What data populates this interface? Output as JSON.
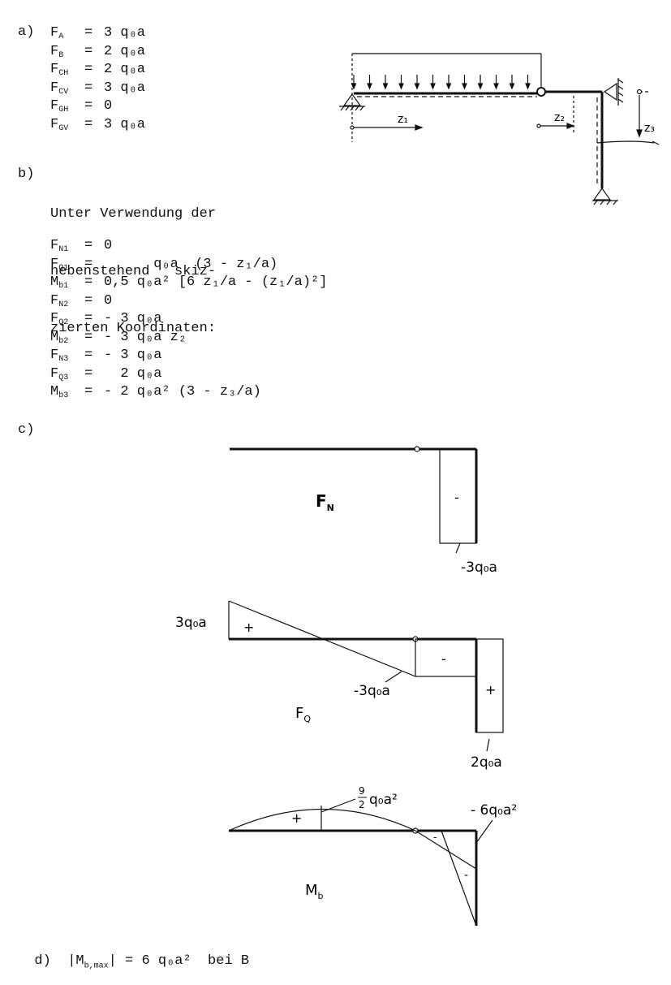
{
  "part_a": {
    "label": "a)",
    "rows": [
      {
        "sym": "F",
        "sub": "A",
        "val": "3 q₀a"
      },
      {
        "sym": "F",
        "sub": "B",
        "val": "2 q₀a"
      },
      {
        "sym": "F",
        "sub": "CH",
        "val": "2 q₀a"
      },
      {
        "sym": "F",
        "sub": "CV",
        "val": "3 q₀a"
      },
      {
        "sym": "F",
        "sub": "GH",
        "val": "0"
      },
      {
        "sym": "F",
        "sub": "GV",
        "val": "3 q₀a"
      }
    ]
  },
  "part_b": {
    "label": "b)",
    "intro": [
      "Unter Verwendung der",
      "nebenstehend   skiz-",
      "zierten Koordinaten:"
    ],
    "rows": [
      {
        "sym": "F",
        "sub": "N1",
        "val": "0"
      },
      {
        "sym": "F",
        "sub": "Q1",
        "val": "      q₀a  (3 - z₁/a)"
      },
      {
        "sym": "M",
        "sub": "b1",
        "val": "0,5 q₀a² [6 z₁/a - (z₁/a)²]"
      },
      {
        "sym": "F",
        "sub": "N2",
        "val": "0"
      },
      {
        "sym": "F",
        "sub": "Q2",
        "val": "- 3 q₀a"
      },
      {
        "sym": "M",
        "sub": "b2",
        "val": "- 3 q₀a z₂"
      },
      {
        "sym": "F",
        "sub": "N3",
        "val": "- 3 q₀a"
      },
      {
        "sym": "F",
        "sub": "Q3",
        "val": "  2 q₀a"
      },
      {
        "sym": "M",
        "sub": "b3",
        "val": "- 2 q₀a² (3 - z₃/a)"
      }
    ]
  },
  "part_c": {
    "label": "c)"
  },
  "part_d": {
    "label": "d)",
    "text": "|M",
    "sub": "b,max",
    "rest": "| = 6 q₀a²  bei B"
  },
  "sketch": {
    "z1": "z₁",
    "z2": "z₂",
    "z3": "z₃"
  },
  "diagrams": {
    "fn": {
      "title": "F",
      "title_sub": "N",
      "sign": "-",
      "value": "-3q₀a"
    },
    "fq": {
      "title": "F",
      "title_sub": "Q",
      "sign_pos_left": "+",
      "sign_neg": "-",
      "sign_pos_right": "+",
      "left_value": "3q₀a",
      "mid_value": "-3q₀a",
      "bottom_value": "2q₀a"
    },
    "mb": {
      "title": "M",
      "title_sub": "b",
      "sign_pos": "+",
      "sign_neg_top": "-",
      "sign_neg": "-",
      "max_value": "q₀a²",
      "max_frac_num": "9",
      "max_frac_den": "2",
      "corner_value": "- 6q₀a²"
    }
  }
}
